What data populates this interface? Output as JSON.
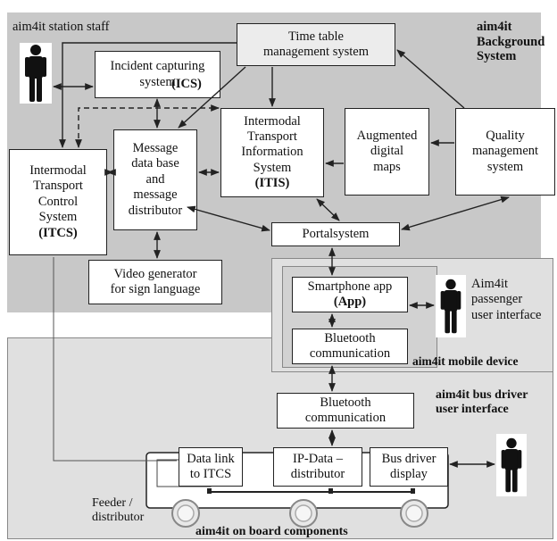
{
  "regions": {
    "background_system": {
      "staff_label": "aim4it station staff",
      "title": "aim4it\nBackground\nSystem"
    },
    "mobile_device": {
      "title": "aim4it mobile device"
    },
    "on_board": {
      "title": "aim4it on board components",
      "feeder_label": "Feeder /\ndistributor"
    },
    "bus_driver_ui": {
      "title": "aim4it bus driver\nuser interface"
    }
  },
  "boxes": {
    "timetable": {
      "text": "Time table\nmanagement system"
    },
    "ics": {
      "text": "Incident capturing\nsystem",
      "abbr": "(ICS)"
    },
    "itcs": {
      "text": "Intermodal\nTransport\nControl\nSystem",
      "abbr": "(ITCS)"
    },
    "message_db": {
      "text": "Message\ndata base\nand\nmessage\ndistributor"
    },
    "itis": {
      "text": "Intermodal\nTransport\nInformation\nSystem",
      "abbr": "(ITIS)"
    },
    "aug_maps": {
      "text": "Augmented\ndigital\nmaps"
    },
    "quality": {
      "text": "Quality\nmanagement\nsystem"
    },
    "portal": {
      "text": "Portalsystem"
    },
    "video": {
      "text": "Video generator\nfor sign language"
    },
    "smartphone_app": {
      "text": "Smartphone app",
      "abbr": "(App)"
    },
    "bt_mobile": {
      "text": "Bluetooth\ncommunication"
    },
    "bt_bus": {
      "text": "Bluetooth\ncommunication"
    },
    "data_link": {
      "text": "Data link\nto ITCS"
    },
    "ip_data": {
      "text": "IP-Data –\ndistributor"
    },
    "driver_display": {
      "text": "Bus driver\ndisplay"
    }
  },
  "passenger_ui": {
    "text": "Aim4it\npassenger\nuser interface"
  },
  "icons": [
    "person-icon-staff",
    "person-icon-passenger",
    "person-icon-driver",
    "bus-wheel-icon"
  ],
  "colors": {
    "region_fill": "#c8c8c8",
    "inner_fill": "#e2e2e2",
    "box_fill": "#ffffff",
    "grey_box_fill": "#ececec",
    "line": "#222222"
  }
}
